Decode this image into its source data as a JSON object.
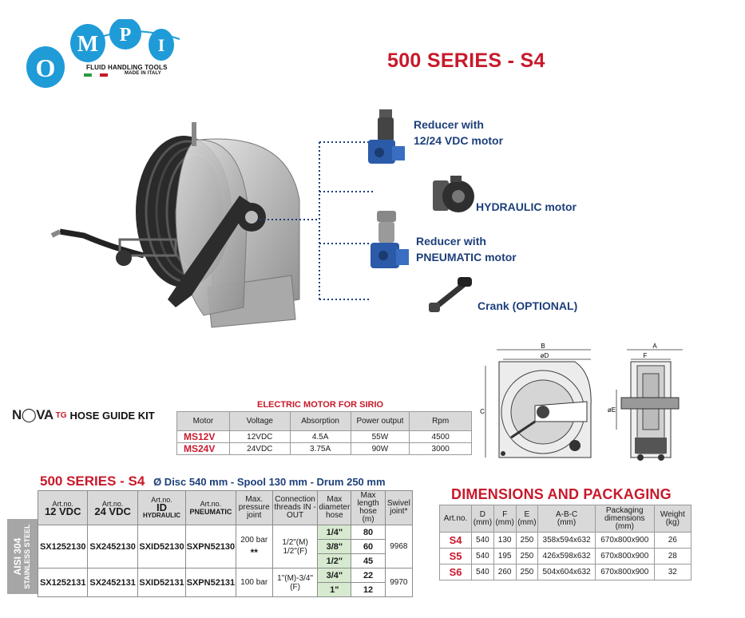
{
  "brand": {
    "logo_letters": [
      "O",
      "M",
      "P",
      "I"
    ],
    "tagline": "FLUID HANDLING TOOLS",
    "made_in": "MADE IN ITALY"
  },
  "title": "500 SERIES - S4",
  "accessories": [
    {
      "label": "Reducer with\n12/24 VDC motor",
      "icon": "reducer-12-24-vdc-motor-image"
    },
    {
      "label": "HYDRAULIC motor",
      "icon": "hydraulic-motor-image"
    },
    {
      "label": "Reducer with\nPNEUMATIC motor",
      "icon": "pneumatic-motor-image"
    },
    {
      "label": "Crank (OPTIONAL)",
      "icon": "crank-image"
    }
  ],
  "drawing_labels": {
    "b": "B",
    "d": "øD",
    "c": "C",
    "f": "F",
    "a": "A",
    "e": "øE"
  },
  "nova": {
    "brand": "N◯VA",
    "tg": "TG",
    "label": "HOSE GUIDE KIT"
  },
  "motor_table": {
    "title": "ELECTRIC MOTOR FOR SIRIO",
    "headers": [
      "Motor",
      "Voltage",
      "Absorption",
      "Power output",
      "Rpm"
    ],
    "rows": [
      [
        "MS12V",
        "12VDC",
        "4.5A",
        "55W",
        "4500"
      ],
      [
        "MS24V",
        "24VDC",
        "3.75A",
        "90W",
        "3000"
      ]
    ]
  },
  "series": {
    "title": "500 SERIES - S4",
    "spec": "Ø Disc 540 mm - Spool 130 mm - Drum 250 mm",
    "material": {
      "line1": "AISI 304",
      "line2": "STAINLESS STEEL"
    },
    "headers": {
      "art": "Art.no.",
      "v12": "12 VDC",
      "v24": "24 VDC",
      "id": "ID",
      "hydraulic": "HYDRAULIC",
      "pneumatic": "PNEUMATIC",
      "pressure": "Max. pressure joint",
      "threads": "Connection threads IN - OUT",
      "diameter": "Max diameter hose",
      "length": "Max length hose (m)",
      "swivel": "Swivel joint*"
    },
    "groups": [
      {
        "v12": "SX1252130",
        "v24": "SX2452130",
        "hyd": "SXID52130",
        "pneu": "SXPN52130",
        "pressure": "200 bar",
        "note": "**",
        "threads": "1/2\"(M)\n1/2\"(F)",
        "swivel": "9968",
        "hoses": [
          [
            "1/4\"",
            "80"
          ],
          [
            "3/8\"",
            "60"
          ],
          [
            "1/2\"",
            "45"
          ]
        ]
      },
      {
        "v12": "SX1252131",
        "v24": "SX2452131",
        "hyd": "SXID52131",
        "pneu": "SXPN52131",
        "pressure": "100 bar",
        "threads": "1\"(M)-3/4\"(F)",
        "swivel": "9970",
        "hoses": [
          [
            "3/4\"",
            "22"
          ],
          [
            "1\"",
            "12"
          ]
        ]
      }
    ]
  },
  "dimensions": {
    "title": "DIMENSIONS AND PACKAGING",
    "headers": [
      "Art.no.",
      "D\n(mm)",
      "F\n(mm)",
      "E\n(mm)",
      "A-B-C\n(mm)",
      "Packaging dimensions (mm)",
      "Weight (kg)"
    ],
    "rows": [
      [
        "S4",
        "540",
        "130",
        "250",
        "358x594x632",
        "670x800x900",
        "26"
      ],
      [
        "S5",
        "540",
        "195",
        "250",
        "426x598x632",
        "670x800x900",
        "28"
      ],
      [
        "S6",
        "540",
        "260",
        "250",
        "504x604x632",
        "670x800x900",
        "32"
      ]
    ]
  },
  "colors": {
    "accent_red": "#c8192b",
    "label_blue": "#1d3f7a",
    "logo_blue": "#1f9bd7",
    "hose_green": "#d7ead0",
    "header_grey": "#d9d9d9"
  }
}
